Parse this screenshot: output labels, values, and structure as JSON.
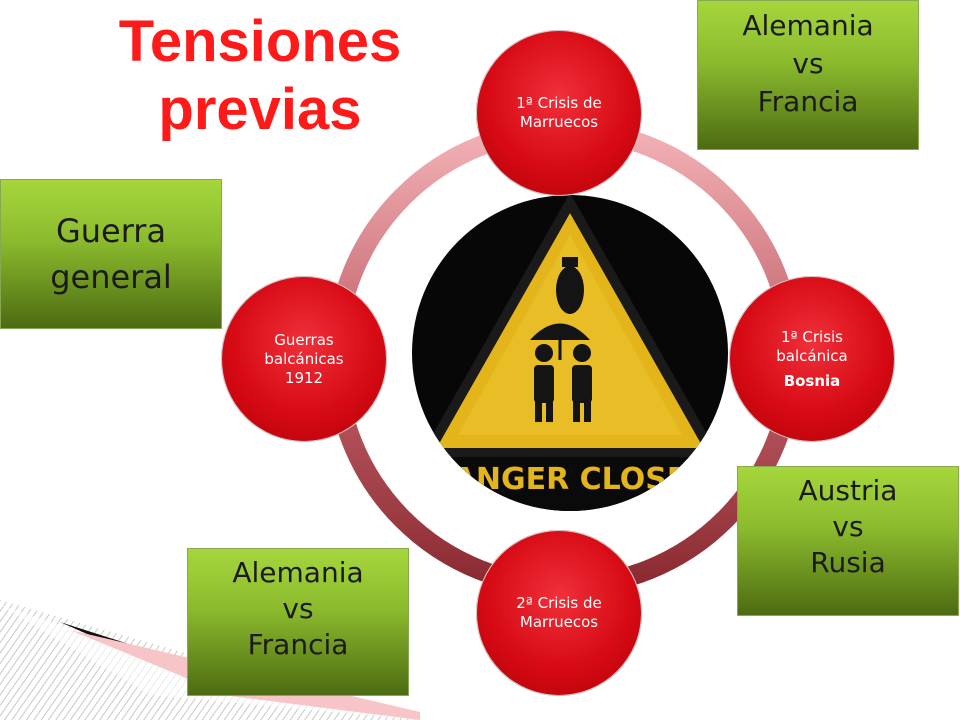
{
  "title": {
    "line1": "Tensiones",
    "line2": "previas"
  },
  "circles": {
    "top": {
      "line1": "1ª Crisis de",
      "line2": "Marruecos"
    },
    "right": {
      "line1": "1ª Crisis",
      "line2": "balcánica",
      "line3": "Bosnia"
    },
    "bottom": {
      "line1": "2ª Crisis de",
      "line2": "Marruecos"
    },
    "left": {
      "line1": "Guerras",
      "line2": "balcánicas",
      "line3": "1912"
    }
  },
  "center_image": {
    "sign_text": "ANGER CLOSE"
  },
  "boxes": {
    "top_right": {
      "line1": "Alemania",
      "line2": "vs",
      "line3": "Francia"
    },
    "left": {
      "line1": "Guerra",
      "line2": "general"
    },
    "right": {
      "line1": "Austria",
      "line2": "vs",
      "line3": "Rusia"
    },
    "bottom_left": {
      "line1": "Alemania",
      "line2": "vs",
      "line3": "Francia"
    }
  },
  "colors": {
    "title": "#ff1a1a",
    "circle": "#d70a14",
    "box_top": "#a6d63c",
    "box_bottom": "#4d6b12",
    "ring": "#c2606a"
  }
}
